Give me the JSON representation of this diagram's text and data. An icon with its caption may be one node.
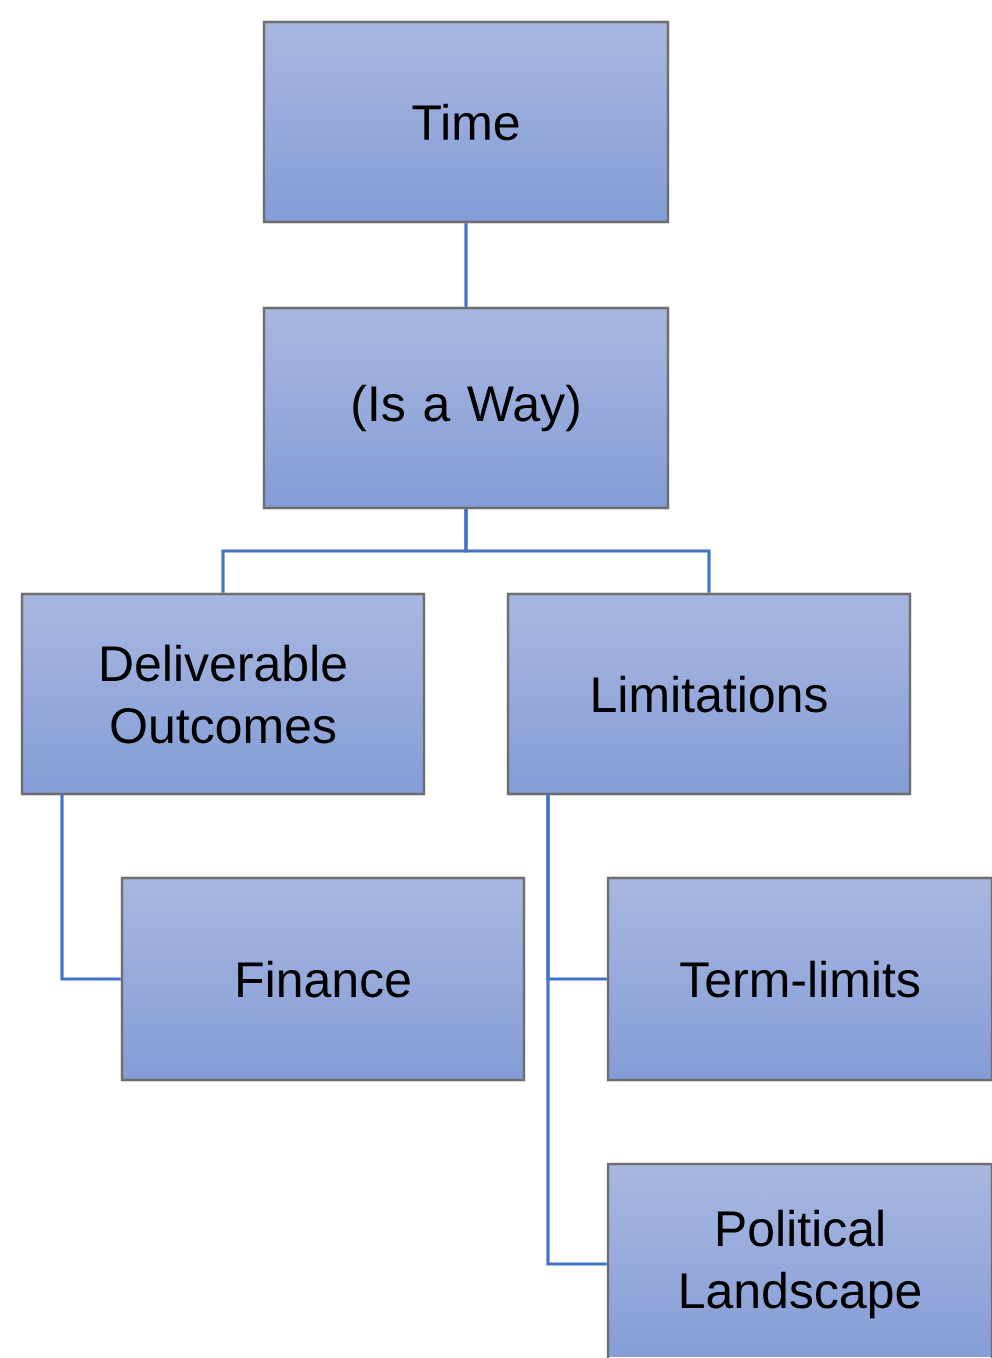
{
  "diagram": {
    "nodes": [
      {
        "text": [
          "Time"
        ]
      },
      {
        "text": [
          "(Is a Way)"
        ]
      },
      {
        "text": [
          "Deliverable Outcomes"
        ]
      },
      {
        "text": [
          "Limitations"
        ]
      },
      {
        "text": [
          "Finance"
        ]
      },
      {
        "text": [
          "Term-limits"
        ]
      },
      {
        "text": [
          "Political Landscape"
        ]
      }
    ],
    "edges": [
      {
        "from": 0,
        "to": 1,
        "arrow": "none"
      },
      {
        "from": 1,
        "to": 2,
        "arrow": "none"
      },
      {
        "from": 1,
        "to": 3,
        "arrow": "none"
      },
      {
        "from": 2,
        "to": 4,
        "arrow": "none"
      },
      {
        "from": 3,
        "to": 5,
        "arrow": "none"
      },
      {
        "from": 3,
        "to": 6,
        "arrow": "none"
      }
    ]
  }
}
